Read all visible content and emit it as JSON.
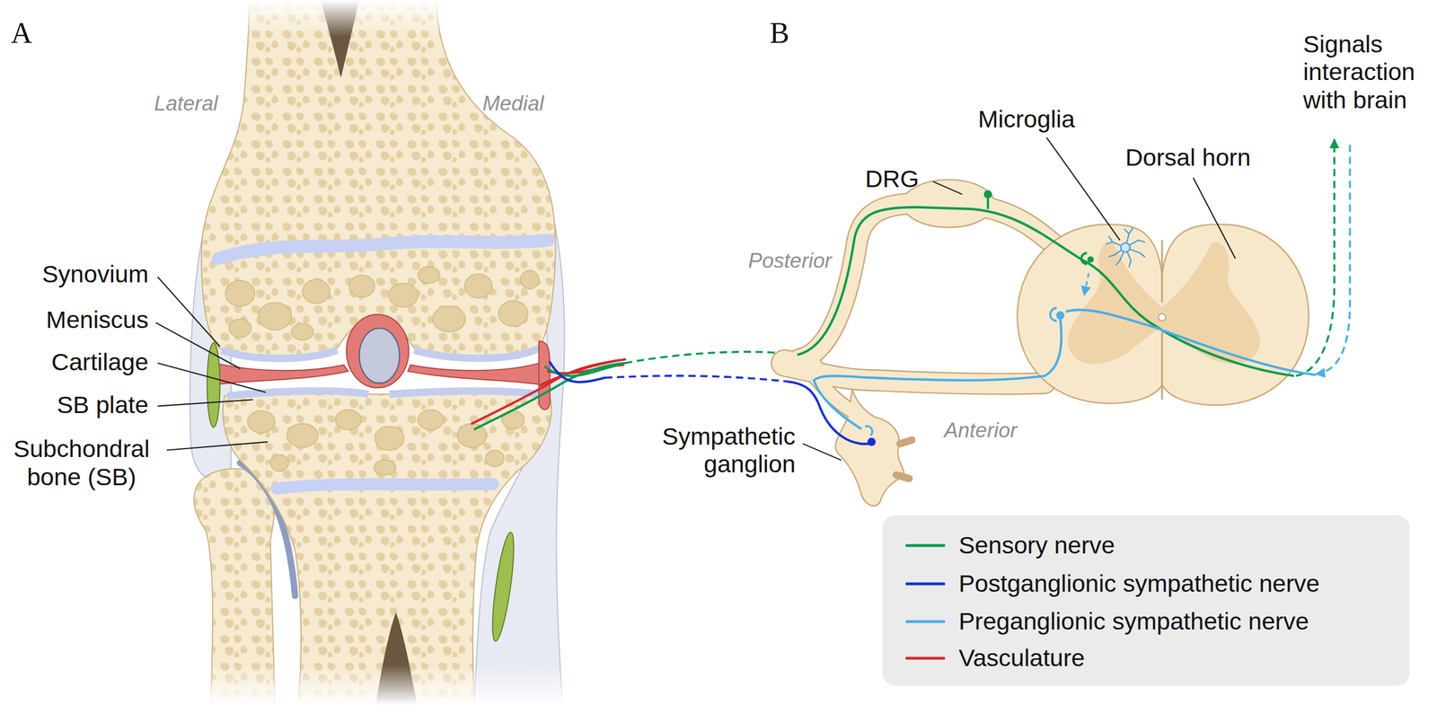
{
  "diagram": {
    "labels": [
      "A",
      "Lateral",
      "Medial",
      "Synovium",
      "Meniscus",
      "Cartilage",
      "SB plate",
      "Subchondral bone (SB)",
      "Sympathetic ganglion",
      "B",
      "DRG",
      "Posterior",
      "Anterior",
      "Microglia",
      "Dorsal horn",
      "Signals interaction with brain"
    ],
    "legend": [
      {
        "text": "Sensory nerve",
        "color": "#0b9a4f"
      },
      {
        "text": "Postganglionic sympathetic nerve",
        "color": "#1a2fd0"
      },
      {
        "text": "Preganglionic sympathetic nerve",
        "color": "#4aaee6"
      },
      {
        "text": "Vasculature",
        "color": "#d42a2a"
      }
    ]
  }
}
